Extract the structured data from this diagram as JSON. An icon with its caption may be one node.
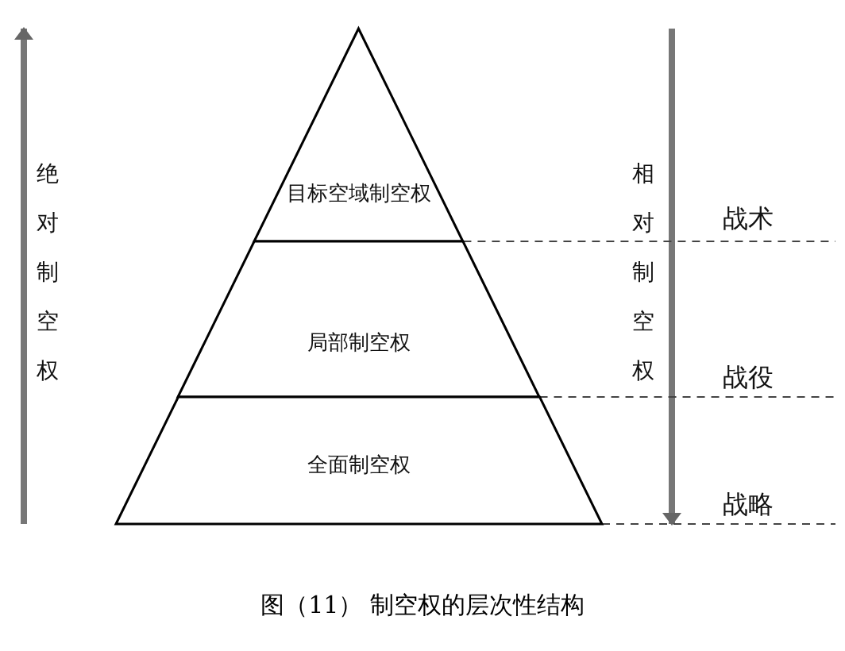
{
  "diagram": {
    "caption": "图（11） 制空权的层次性结构",
    "nodes": [
      {
        "text": [
          "目标空域制空权"
        ]
      },
      {
        "text": [
          "局部制空权"
        ]
      },
      {
        "text": [
          "全面制空权"
        ]
      }
    ],
    "edges": [],
    "labels": [
      "绝对制空权",
      "相对制空权",
      "战术",
      "战役",
      "战略"
    ]
  }
}
